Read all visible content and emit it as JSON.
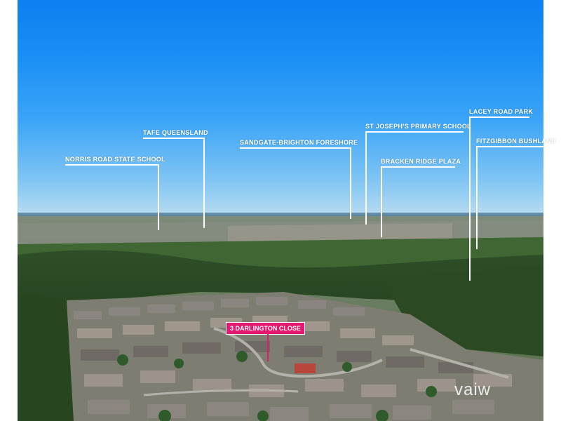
{
  "landmarks": {
    "norris_road": "NORRIS ROAD STATE SCHOOL",
    "tafe": "TAFE QUEENSLAND",
    "sandgate": "SANDGATE-BRIGHTON FORESHORE",
    "st_josephs": "ST JOSEPH'S PRIMARY SCHOOL",
    "bracken_ridge": "BRACKEN RIDGE PLAZA",
    "lacey_road": "LACEY ROAD PARK",
    "fitzgibbon": "FITZGIBBON BUSHLAND"
  },
  "property": {
    "address": "3 DARLINGTON CLOSE"
  },
  "watermark": {
    "text": "vaiw"
  },
  "colors": {
    "sky_top": "#0d7ff0",
    "label_text": "#ffffff",
    "address_tag": "#e2196e"
  }
}
